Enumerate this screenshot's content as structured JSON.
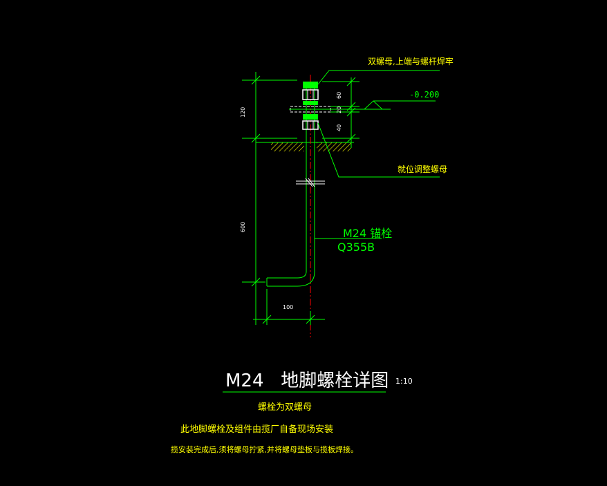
{
  "callouts": {
    "double_nut": "双螺母,上端与螺杆焊牢",
    "elevation": "-0.200",
    "leveling_nut": "就位调整螺母",
    "bolt_spec": "M24 锚栓",
    "material": "Q355B"
  },
  "dimensions": {
    "d120": "120",
    "d600": "600",
    "d60": "60",
    "d20": "20",
    "d40": "40",
    "d100": "100"
  },
  "title": {
    "main": "M24   地脚螺栓详图",
    "scale": "1:10"
  },
  "notes": [
    "螺栓为双螺母",
    "此地脚螺栓及组件由揽厂自备现场安装",
    "揽安装完成后,须将螺母拧紧,并将螺母垫板与揽板焊接。"
  ],
  "colors": {
    "background": "#000000",
    "linework": "#00ff00",
    "dimension_text": "#ffffff",
    "note_text": "#ffff00",
    "centerline": "#ff0000",
    "hatch": "#ffff00"
  }
}
